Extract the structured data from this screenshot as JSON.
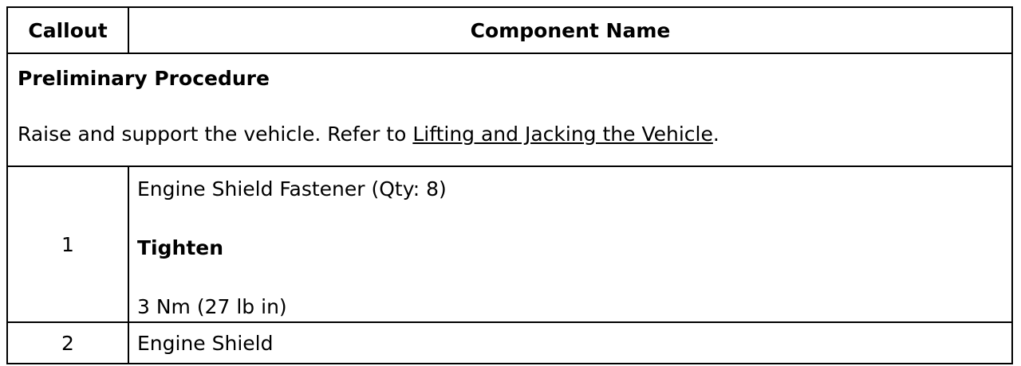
{
  "header": {
    "callout": "Callout",
    "component_name": "Component Name"
  },
  "preliminary": {
    "title": "Preliminary Procedure",
    "text_before_link": "Raise and support the vehicle. Refer to ",
    "link_text": "Lifting and Jacking the Vehicle",
    "text_after_link": "."
  },
  "rows": [
    {
      "callout": "1",
      "component": "Engine Shield Fastener (Qty: 8)",
      "action": "Tighten",
      "spec": "3 Nm (27 lb in)"
    },
    {
      "callout": "2",
      "component": "Engine Shield"
    }
  ]
}
